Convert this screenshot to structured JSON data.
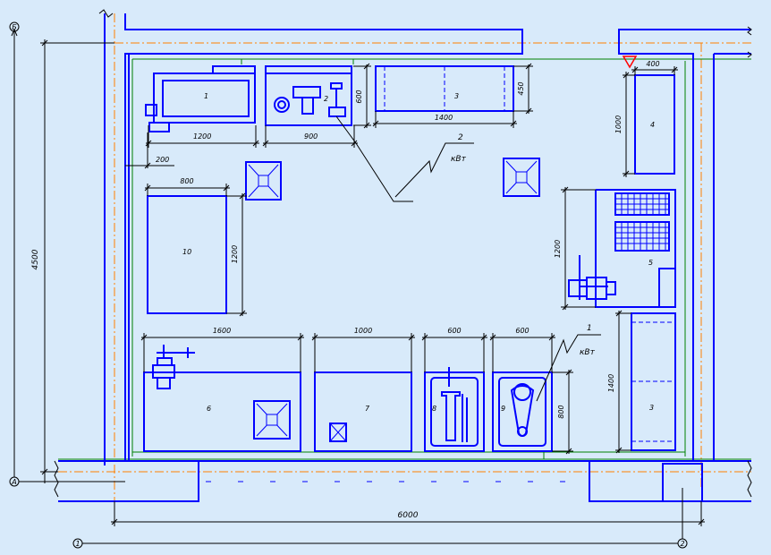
{
  "colors": {
    "background": "#d8eafa",
    "wall": "#0000ff",
    "dimension": "#000000",
    "axis_line": "#ff8000",
    "green_line": "#008000",
    "marker": "#ff0000"
  },
  "axes": {
    "top_left": "Б",
    "bottom_left": "А",
    "bottom_left2": "1",
    "bottom_right": "2"
  },
  "dimensions": {
    "height_total": "4500",
    "width_total": "6000",
    "d_1200_eq1": "1200",
    "d_200": "200",
    "d_900": "900",
    "d_600_eq2": "600",
    "d_1400": "1400",
    "d_450": "450",
    "d_400": "400",
    "d_1000_eq4": "1000",
    "d_800_eq10": "800",
    "d_1200_eq10": "1200",
    "d_1200_eq5": "1200",
    "d_1600": "1600",
    "d_1000_eq7": "1000",
    "d_600_eq8": "600",
    "d_600_eq9": "600",
    "d_800_eq9": "800",
    "d_1400_eq3b": "1400"
  },
  "equipment": {
    "e1": "1",
    "e2": "2",
    "e3": "3",
    "e4": "4",
    "e5": "5",
    "e6": "6",
    "e7": "7",
    "e8": "8",
    "e9": "9",
    "e10": "10",
    "e3b": "3"
  },
  "power": {
    "p1_num": "2",
    "p1_unit": "кВт",
    "p2_num": "1",
    "p2_unit": "кВт"
  }
}
